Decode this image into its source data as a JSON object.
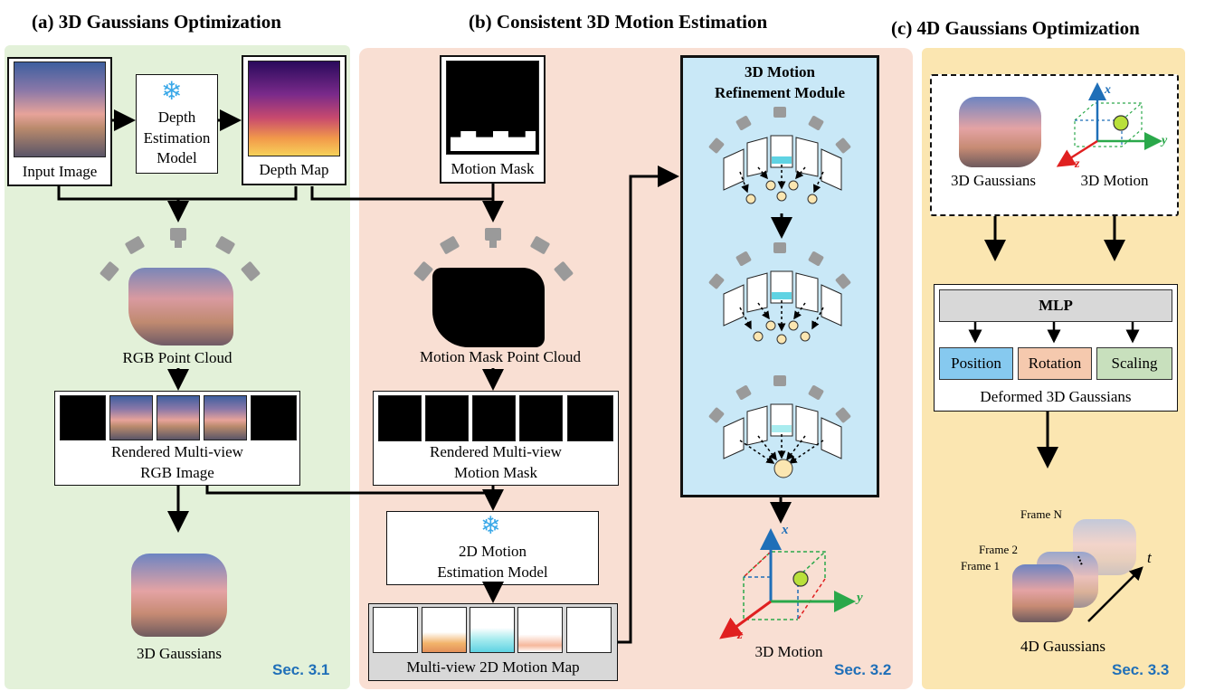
{
  "panels": {
    "a": {
      "title": "(a) 3D Gaussians Optimization",
      "sec": "Sec. 3.1"
    },
    "b": {
      "title": "(b) Consistent 3D Motion Estimation",
      "sec": "Sec. 3.2"
    },
    "c": {
      "title": "(c) 4D Gaussians Optimization",
      "sec": "Sec. 3.3"
    }
  },
  "a": {
    "input_image": "Input Image",
    "depth_model": [
      "Depth",
      "Estimation",
      "Model"
    ],
    "depth_map": "Depth Map",
    "rgb_point_cloud": "RGB Point Cloud",
    "rendered_rgb": [
      "Rendered Multi-view",
      "RGB Image"
    ],
    "gaussians": "3D Gaussians"
  },
  "b": {
    "motion_mask": "Motion Mask",
    "mask_point_cloud": "Motion Mask Point Cloud",
    "rendered_mask": [
      "Rendered Multi-view",
      "Motion Mask"
    ],
    "motion_model": [
      "2D Motion",
      "Estimation Model"
    ],
    "motion_map": "Multi-view 2D Motion Map",
    "refinement": [
      "3D Motion",
      "Refinement Module"
    ],
    "motion_3d": "3D Motion",
    "axes": {
      "x": "x",
      "y": "y",
      "z": "z"
    }
  },
  "c": {
    "gaussians": "3D Gaussians",
    "motion": "3D Motion",
    "mlp": "MLP",
    "position": "Position",
    "rotation": "Rotation",
    "scaling": "Scaling",
    "deformed": "Deformed 3D Gaussians",
    "frame_n": "Frame N",
    "frame_2": "Frame 2",
    "frame_1": "Frame 1",
    "t": "t",
    "output": "4D Gaussians",
    "axes": {
      "x": "x",
      "y": "y",
      "z": "z"
    }
  },
  "colors": {
    "panel_a_bg": "#e3f1d9",
    "panel_b_bg": "#f9dfd3",
    "panel_c_bg": "#fbe6b1",
    "refine_bg": "#c9e8f7",
    "position_bg": "#86c9ef",
    "rotation_bg": "#f5c9ae",
    "scaling_bg": "#c8e0bd",
    "mlp_bg": "#d8d8d8",
    "sec_blue": "#1f6fb8"
  }
}
